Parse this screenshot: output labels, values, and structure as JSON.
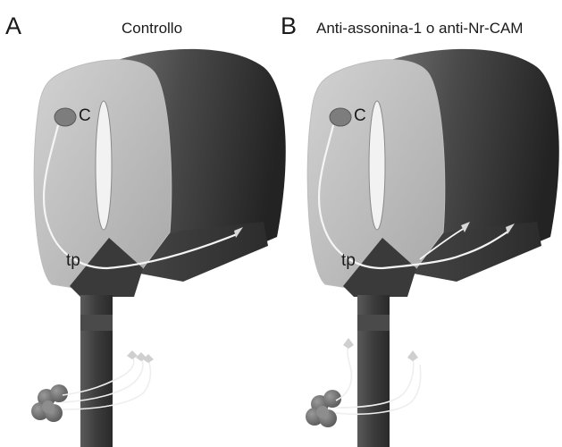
{
  "panels": [
    {
      "letter": "A",
      "title": "Controllo",
      "cell_label": "C",
      "plate_label": "tp"
    },
    {
      "letter": "B",
      "title": "Anti-assonina-1 o anti-Nr-CAM",
      "cell_label": "C",
      "plate_label": "tp"
    }
  ]
}
